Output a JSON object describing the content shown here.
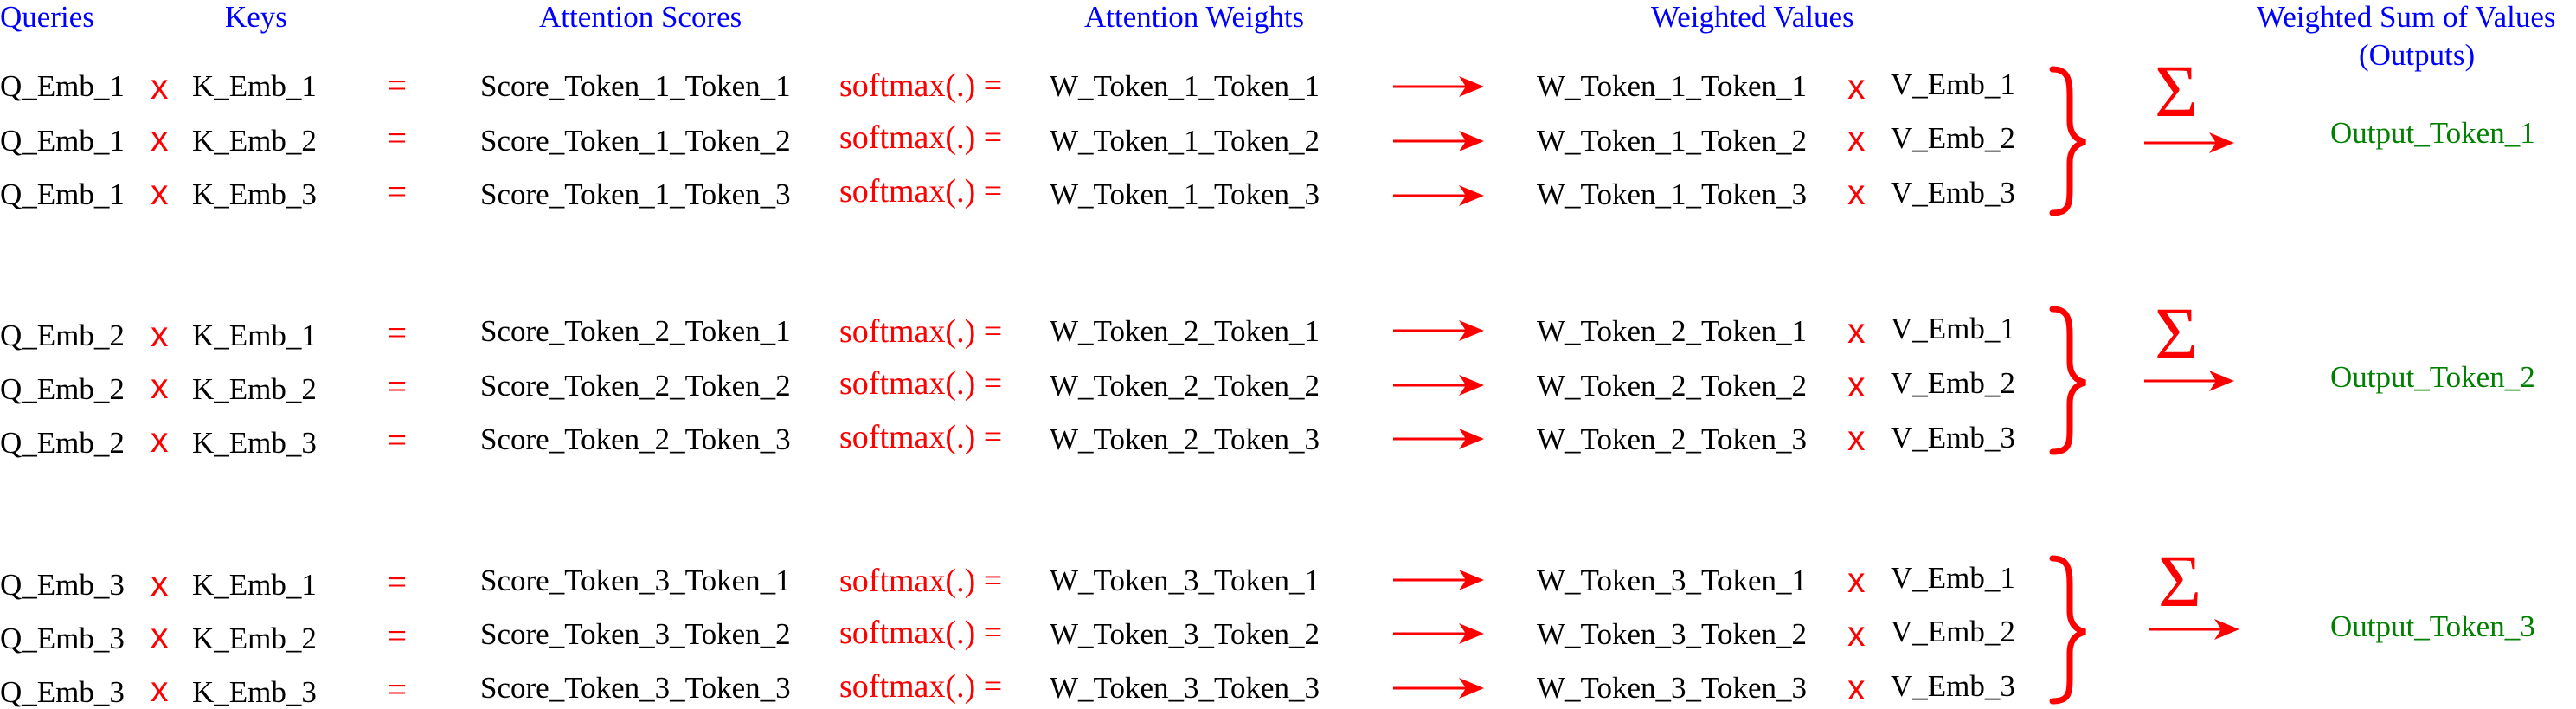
{
  "headers": {
    "queries": "Queries",
    "keys": "Keys",
    "scores": "Attention Scores",
    "weights": "Attention Weights",
    "weighted_values": "Weighted Values",
    "outputs_line1": "Weighted Sum of Values",
    "outputs_line2": "(Outputs)"
  },
  "symbols": {
    "multiply": "x",
    "equals": "=",
    "softmax": "softmax(.) =",
    "sum": "Σ"
  },
  "colors": {
    "header": "#0000ff",
    "operator": "#ff0000",
    "output": "#008000",
    "text": "#000000"
  },
  "groups": [
    {
      "output": "Output_Token_1",
      "rows": [
        {
          "query": "Q_Emb_1",
          "key": "K_Emb_1",
          "score": "Score_Token_1_Token_1",
          "weight": "W_Token_1_Token_1",
          "weighted": "W_Token_1_Token_1",
          "value": "V_Emb_1"
        },
        {
          "query": "Q_Emb_1",
          "key": "K_Emb_2",
          "score": "Score_Token_1_Token_2",
          "weight": "W_Token_1_Token_2",
          "weighted": "W_Token_1_Token_2",
          "value": "V_Emb_2"
        },
        {
          "query": "Q_Emb_1",
          "key": "K_Emb_3",
          "score": "Score_Token_1_Token_3",
          "weight": "W_Token_1_Token_3",
          "weighted": "W_Token_1_Token_3",
          "value": "V_Emb_3"
        }
      ]
    },
    {
      "output": "Output_Token_2",
      "rows": [
        {
          "query": "Q_Emb_2",
          "key": "K_Emb_1",
          "score": "Score_Token_2_Token_1",
          "weight": "W_Token_2_Token_1",
          "weighted": "W_Token_2_Token_1",
          "value": "V_Emb_1"
        },
        {
          "query": "Q_Emb_2",
          "key": "K_Emb_2",
          "score": "Score_Token_2_Token_2",
          "weight": "W_Token_2_Token_2",
          "weighted": "W_Token_2_Token_2",
          "value": "V_Emb_2"
        },
        {
          "query": "Q_Emb_2",
          "key": "K_Emb_3",
          "score": "Score_Token_2_Token_3",
          "weight": "W_Token_2_Token_3",
          "weighted": "W_Token_2_Token_3",
          "value": "V_Emb_3"
        }
      ]
    },
    {
      "output": "Output_Token_3",
      "rows": [
        {
          "query": "Q_Emb_3",
          "key": "K_Emb_1",
          "score": "Score_Token_3_Token_1",
          "weight": "W_Token_3_Token_1",
          "weighted": "W_Token_3_Token_1",
          "value": "V_Emb_1"
        },
        {
          "query": "Q_Emb_3",
          "key": "K_Emb_2",
          "score": "Score_Token_3_Token_2",
          "weight": "W_Token_3_Token_2",
          "weighted": "W_Token_3_Token_2",
          "value": "V_Emb_2"
        },
        {
          "query": "Q_Emb_3",
          "key": "K_Emb_3",
          "score": "Score_Token_3_Token_3",
          "weight": "W_Token_3_Token_3",
          "weighted": "W_Token_3_Token_3",
          "value": "V_Emb_3"
        }
      ]
    }
  ]
}
